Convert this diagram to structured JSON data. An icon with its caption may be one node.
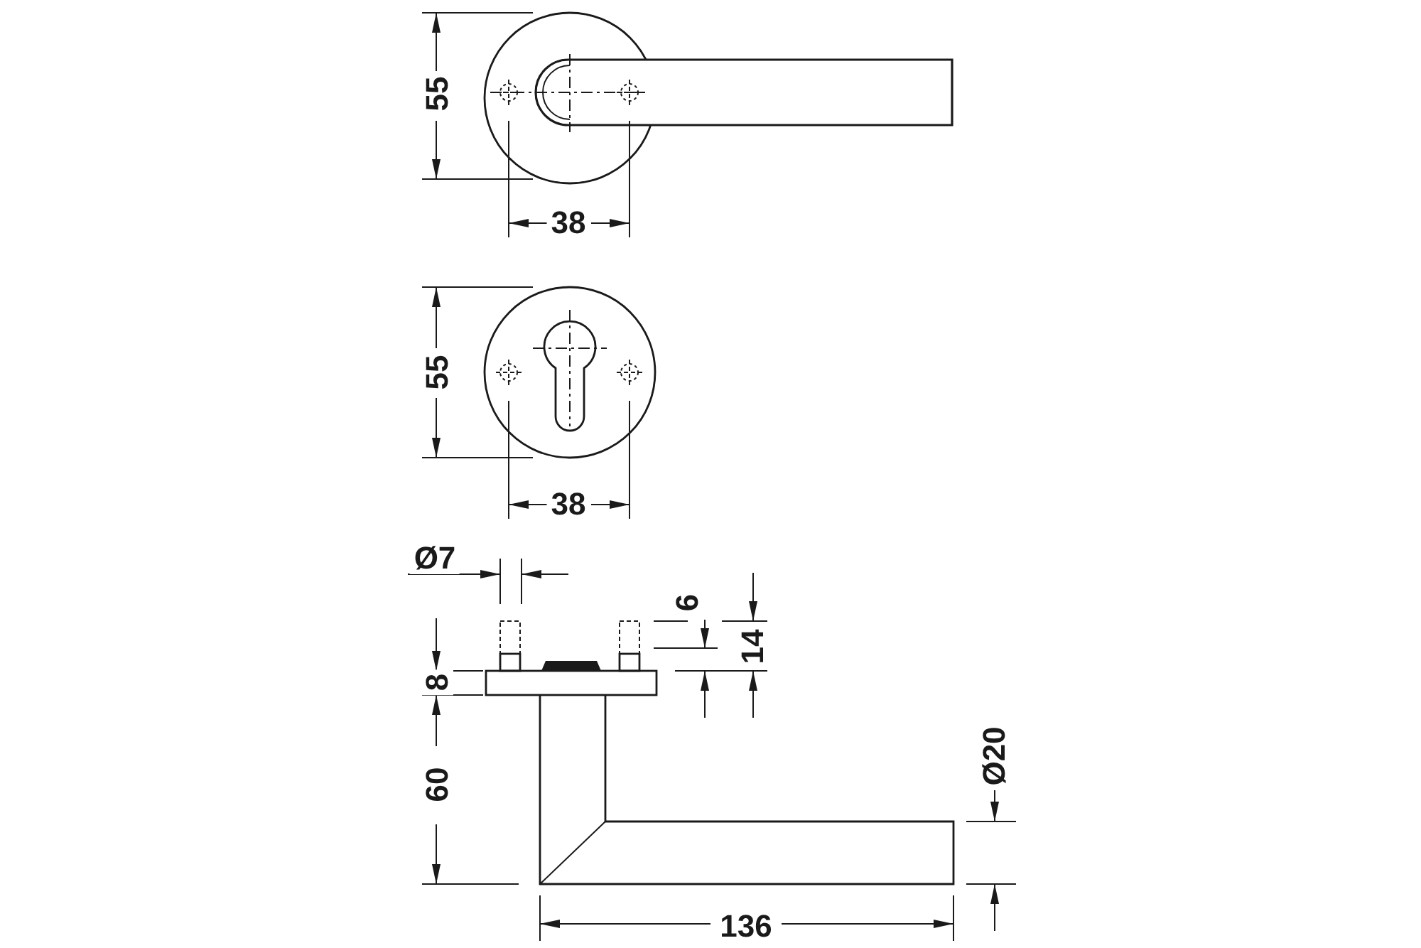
{
  "diagram": {
    "labels": [
      "55",
      "38",
      "55",
      "38",
      "Ø7",
      "6",
      "14",
      "8",
      "60",
      "Ø20",
      "136"
    ]
  }
}
